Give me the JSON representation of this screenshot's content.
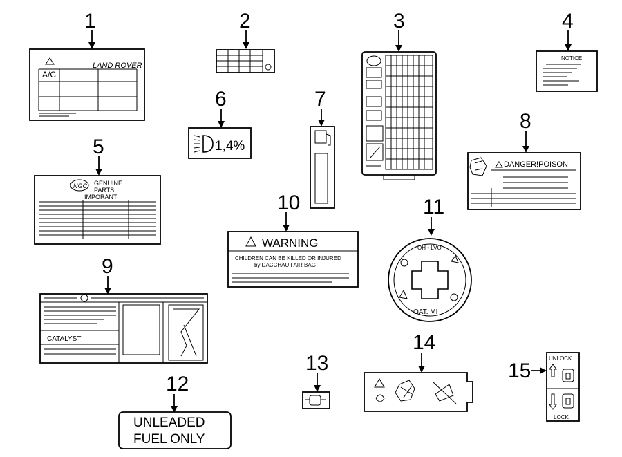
{
  "callouts": [
    "1",
    "2",
    "3",
    "4",
    "5",
    "6",
    "7",
    "8",
    "9",
    "10",
    "11",
    "12",
    "13",
    "14",
    "15"
  ],
  "labels": {
    "l1_brand": "LAND ROVER",
    "l1_ac": "A/C",
    "l4_notice": "NOTICE",
    "l5_line1": "GENUINE",
    "l5_line2": "PARTS",
    "l5_line3": "IMPORANT",
    "l5_logo": "NGC",
    "l6_value": "1,4%",
    "l8_text": "DANGER!POISON",
    "l9_catalyst": "CATALYST",
    "l10_title": "WARNING",
    "l10_line1": "CHILDREN CAN BE KILLED OR INJURED",
    "l10_line2": "by DACCHAUII AIR BAG",
    "l11_top": "OH • LVO",
    "l11_bottom": "OAT. MI",
    "l12_line1": "UNLEADED",
    "l12_line2": "FUEL ONLY",
    "l15_unlock": "UNLOCK",
    "l15_lock": "LOCK"
  }
}
